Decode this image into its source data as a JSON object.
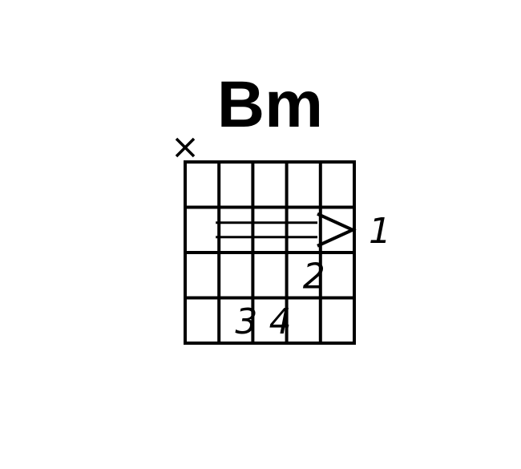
{
  "chord": {
    "name": "Bm",
    "strings": 6,
    "frets_shown": 4,
    "muted_strings": [
      1
    ],
    "barre": {
      "fret": 2,
      "from_string": 2,
      "to_string": 6,
      "finger": "1"
    },
    "fingers": [
      {
        "string": 5,
        "fret": 3,
        "label": "2"
      },
      {
        "string": 3,
        "fret": 4,
        "label": "3"
      },
      {
        "string": 4,
        "fret": 4,
        "label": "4"
      }
    ],
    "muted_symbol": "×"
  },
  "colors": {
    "ink": "#000000",
    "background": "#ffffff"
  }
}
